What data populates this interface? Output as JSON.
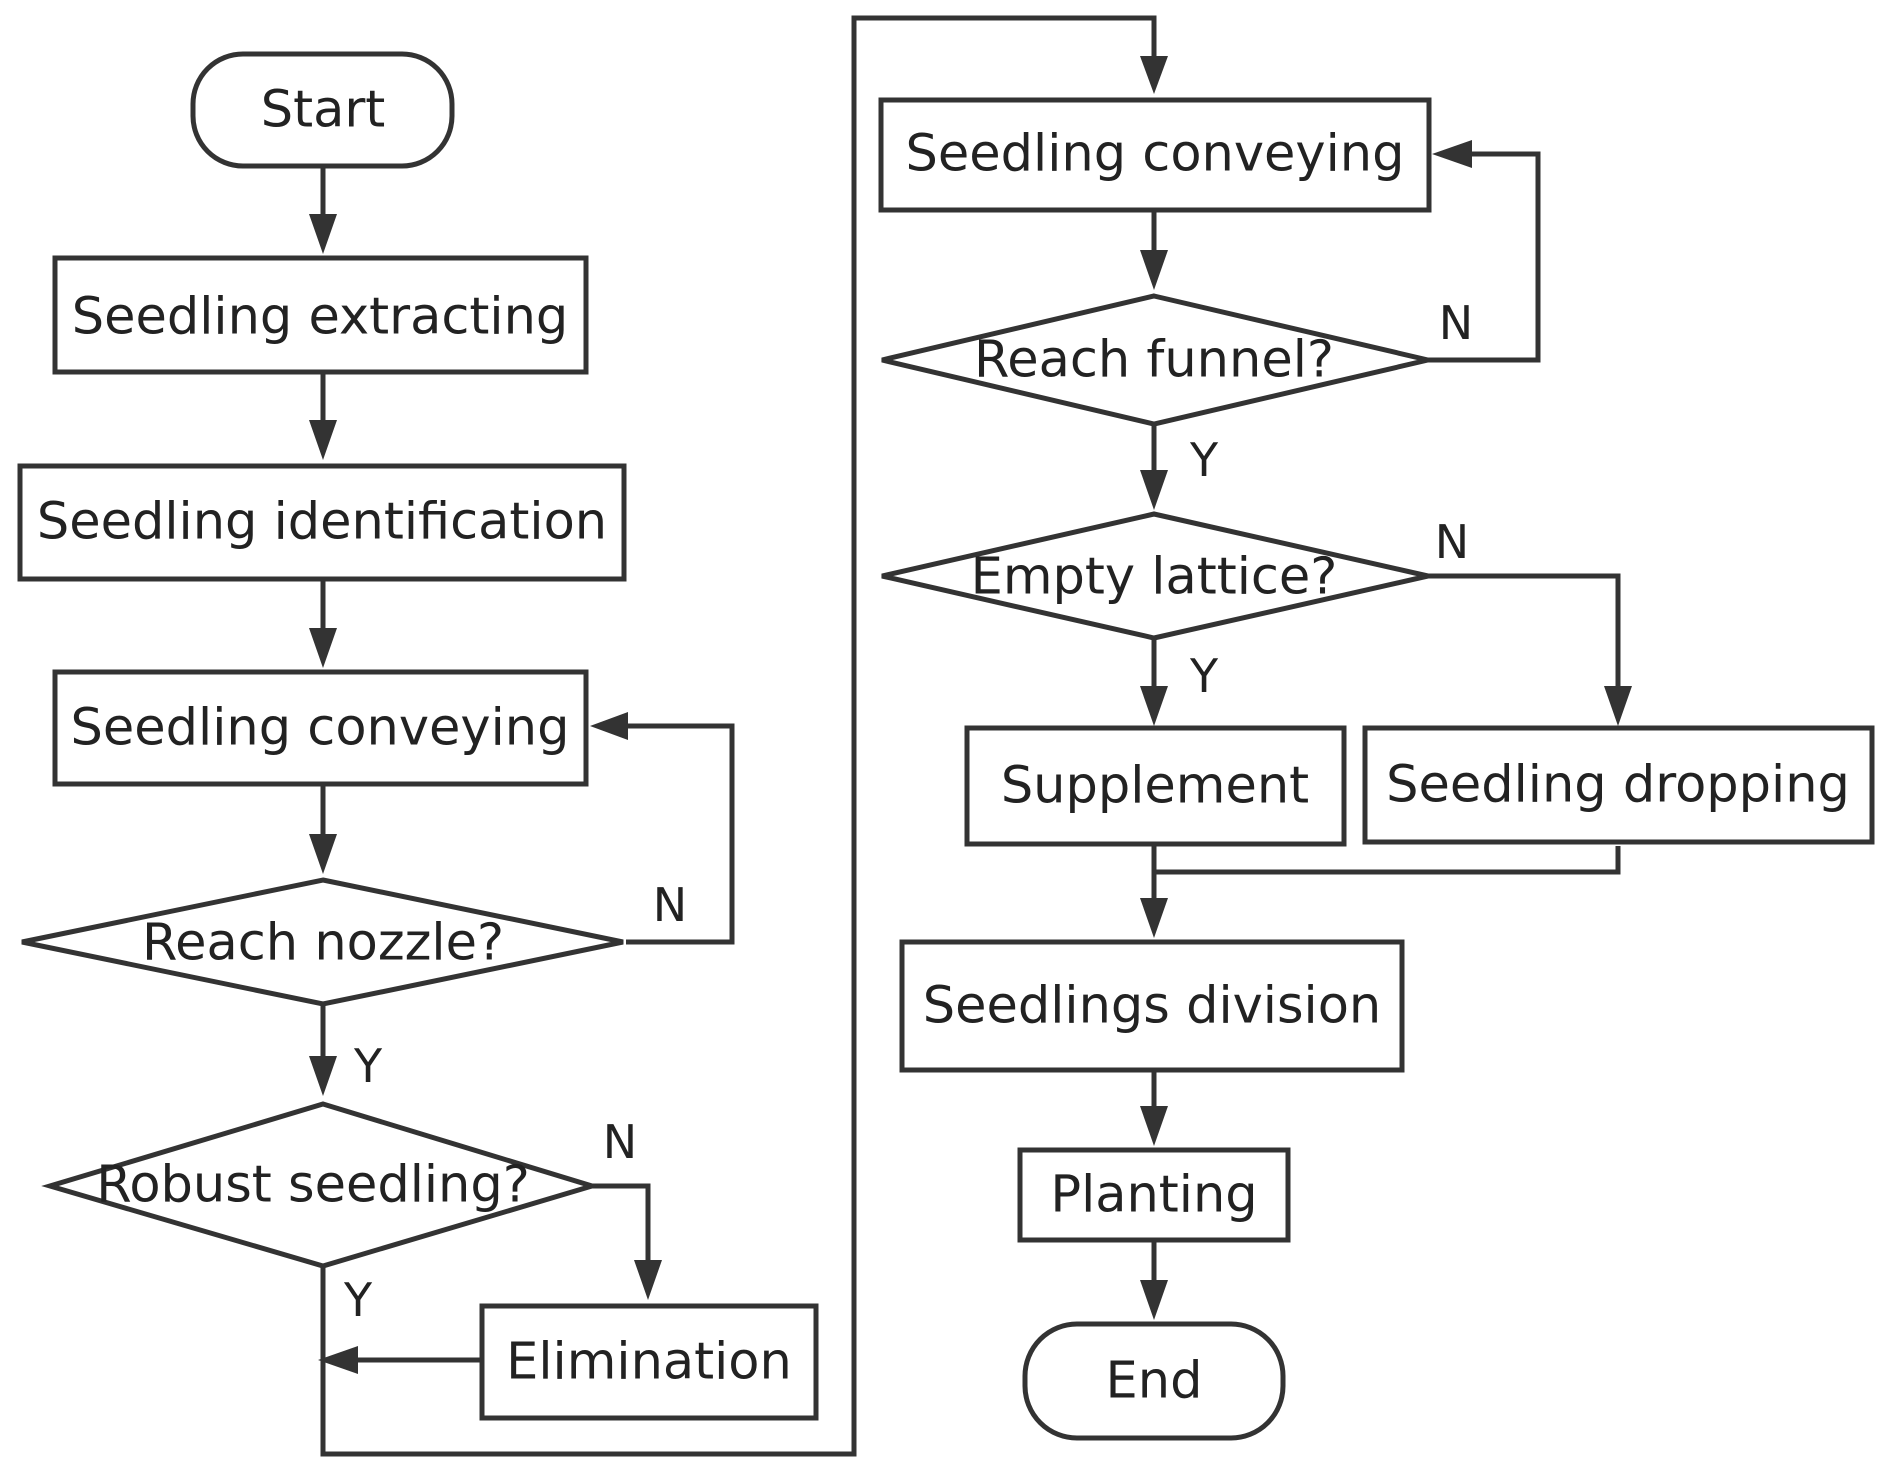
{
  "nodes": {
    "start": "Start",
    "seedling_extracting": "Seedling extracting",
    "seedling_identification": "Seedling identification",
    "seedling_conveying_1": "Seedling conveying",
    "reach_nozzle": "Reach  nozzle?",
    "robust_seedling": "Robust seedling?",
    "elimination": "Elimination",
    "seedling_conveying_2": "Seedling conveying",
    "reach_funnel": "Reach funnel?",
    "empty_lattice": "Empty lattice?",
    "supplement": "Supplement",
    "seedling_dropping": "Seedling dropping",
    "seedlings_division": "Seedlings division",
    "planting": "Planting",
    "end": "End"
  },
  "branch_labels": {
    "nozzle_no": "N",
    "nozzle_yes": "Y",
    "robust_no": "N",
    "robust_yes": "Y",
    "funnel_no": "N",
    "funnel_yes": "Y",
    "lattice_no": "N",
    "lattice_yes": "Y"
  },
  "colors": {
    "stroke": "#333333",
    "text": "#222222",
    "background": "#ffffff"
  }
}
